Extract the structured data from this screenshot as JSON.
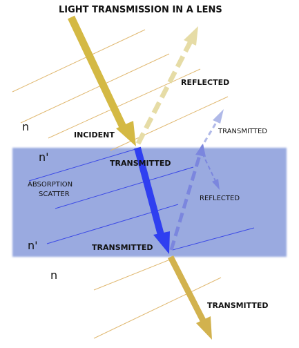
{
  "title": "LIGHT TRANSMISSION IN A LENS",
  "labels": {
    "incident": "INCIDENT",
    "reflected_outer": "REFLECTED",
    "transmitted_outer_top": "TRANSMITTED",
    "transmitted_inner_top": "TRANSMITTED",
    "absorption": "ABSORPTION",
    "scatter": "SCATTER",
    "reflected_inner": "REFLECTED",
    "transmitted_inner_bottom": "TRANSMITTED",
    "transmitted_exit": "TRANSMITTED"
  },
  "media": {
    "outer_top": "n",
    "lens_top": "n'",
    "lens_bottom": "n'",
    "outer_bottom": "n"
  },
  "colors": {
    "lens_fill": "#9aaae0",
    "incident_ray": "#d4b944",
    "reflected_outer_ray": "#e6dca6",
    "inner_transmitted_ray": "#2f3ff0",
    "inner_reflected_ray": "#7b86de",
    "inner_escape_ray": "#b0b9e8",
    "exit_ray": "#d2b24e",
    "outer_wavefront": "#e0b870",
    "lens_wavefront": "#3a48e6"
  }
}
